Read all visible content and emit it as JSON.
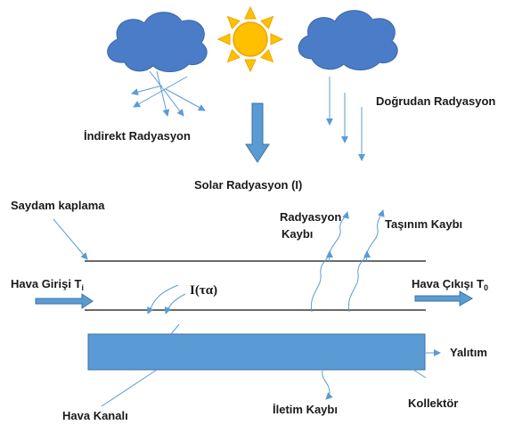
{
  "labels": {
    "indirect": "İndirekt Radyasyon",
    "direct": "Doğrudan Radyasyon",
    "solar": "Solar Radyasyon (I)",
    "cover": "Saydam kaplama",
    "rad_loss_1": "Radyasyon",
    "rad_loss_2": "Kaybı",
    "conv_loss": "Taşınım Kaybı",
    "inlet_text": "Hava Girişi T",
    "inlet_sub": "i",
    "outlet_text": "Hava Çıkışı T",
    "outlet_sub": "0",
    "absorb": "I(τα)",
    "insulation": "Yalıtım",
    "channel": "Hava Kanalı",
    "cond_loss": "İletim Kaybı",
    "collector": "Kollektör"
  },
  "icons": {
    "sun": "sun-icon",
    "cloud_left": "cloud-icon",
    "cloud_right": "cloud-icon"
  },
  "colors": {
    "cloud": "#4a7cc7",
    "sun": "#ffc000",
    "sun_outline": "#f0a500",
    "collector": "#5b9bd5",
    "arrow": "#5b9bd5"
  }
}
